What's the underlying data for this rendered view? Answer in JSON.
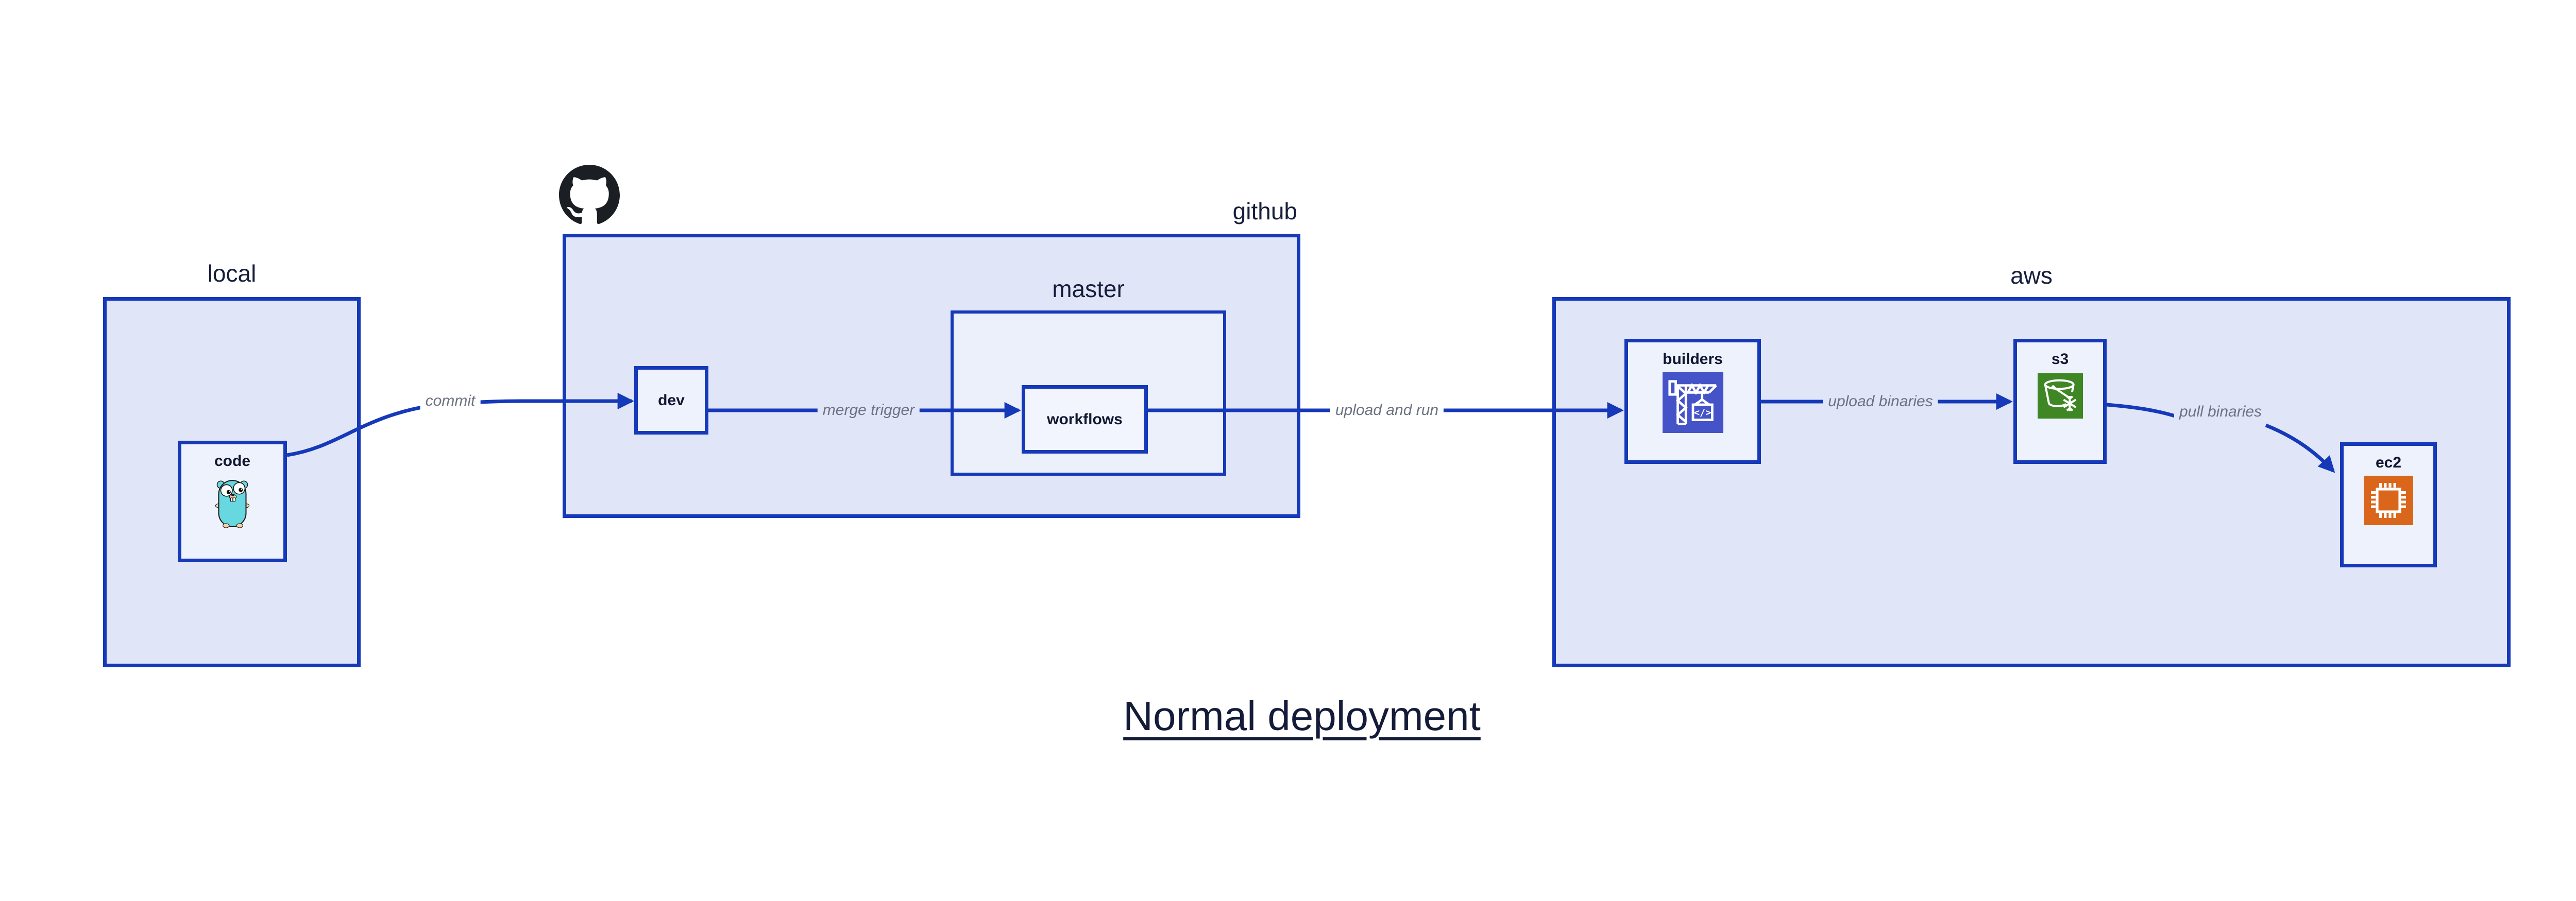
{
  "title": {
    "text": "Normal deployment"
  },
  "groups": {
    "local": {
      "label": "local"
    },
    "github": {
      "label": "github"
    },
    "master": {
      "label": "master"
    },
    "aws": {
      "label": "aws"
    }
  },
  "nodes": {
    "code": {
      "label": "code"
    },
    "dev": {
      "label": "dev"
    },
    "workflows": {
      "label": "workflows"
    },
    "builders": {
      "label": "builders"
    },
    "s3": {
      "label": "s3"
    },
    "ec2": {
      "label": "ec2"
    }
  },
  "edges": {
    "commit": {
      "label": "commit"
    },
    "merge_trigger": {
      "label": "merge trigger"
    },
    "upload_and_run": {
      "label": "upload and run"
    },
    "upload_binaries": {
      "label": "upload binaries"
    },
    "pull_binaries": {
      "label": "pull binaries"
    }
  },
  "icons": {
    "octocat": {
      "name": "github-octocat-icon",
      "color": "#1b1f23"
    },
    "gopher": {
      "name": "go-gopher-icon",
      "body_color": "#67d7e0",
      "paw_color": "#f6d2a2"
    },
    "builders": {
      "name": "codebuild-crane-icon",
      "bg": "#4553c9",
      "glyph_text": "</>"
    },
    "s3": {
      "name": "s3-bucket-snowflake-icon",
      "bg": "#3f8624"
    },
    "ec2": {
      "name": "ec2-chip-icon",
      "bg": "#d9661a"
    }
  },
  "colors": {
    "border_blue": "#1539b8",
    "group_fill": "#e0e6f8",
    "master_fill": "#ecf0fb",
    "node_fill": "#eef2fc",
    "text_navy": "#161e3c",
    "edge_label_gray": "#6c7280"
  }
}
